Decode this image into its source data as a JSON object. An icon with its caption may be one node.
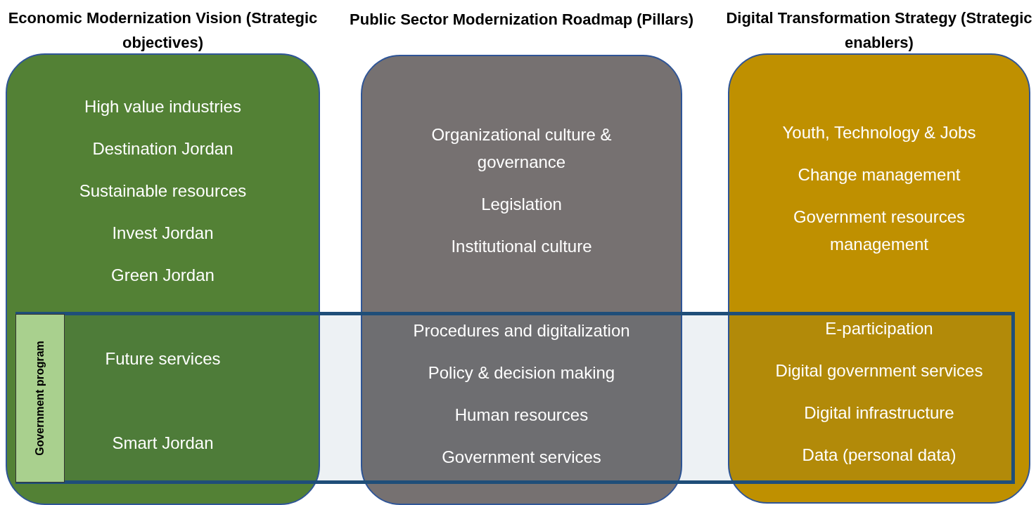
{
  "diagram": {
    "nodes": [
      {
        "text": [
          "Economic Modernization Vision (Strategic objectives)",
          "High value industries",
          "Destination Jordan",
          "Sustainable resources",
          "Invest Jordan",
          "Green Jordan",
          "Future services",
          "Smart Jordan"
        ]
      },
      {
        "text": [
          "Public Sector Modernization Roadmap (Pillars)",
          "Organizational culture & governance",
          "Legislation",
          "Institutional culture",
          "Procedures and digitalization",
          "Policy & decision making",
          "Human resources",
          "Government services"
        ]
      },
      {
        "text": [
          "Digital Transformation Strategy (Strategic enablers)",
          "Youth, Technology & Jobs",
          "Change management",
          "Government resources management",
          "E-participation",
          "Digital government services",
          "Digital infrastructure",
          "Data (personal data)"
        ]
      },
      {
        "text": [],
        "shape": "box"
      },
      {
        "text": [
          "Government program"
        ]
      }
    ],
    "edges": []
  }
}
